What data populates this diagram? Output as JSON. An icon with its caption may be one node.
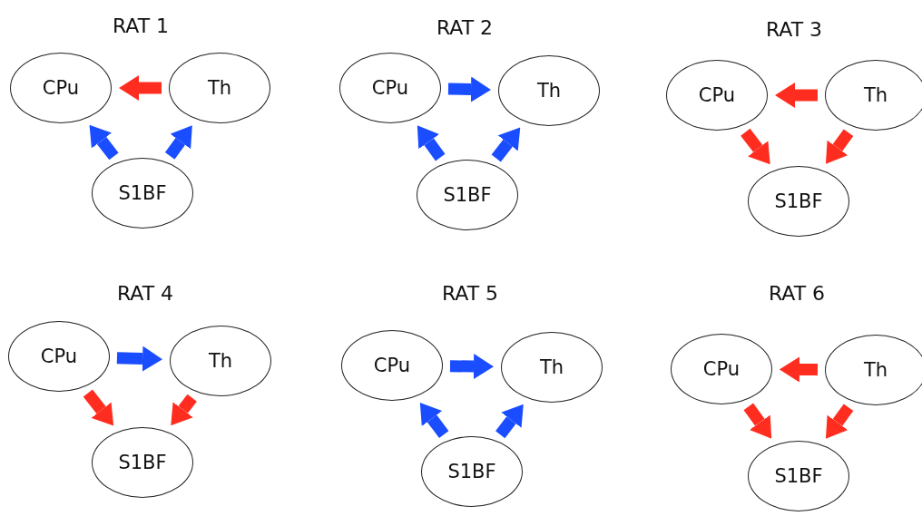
{
  "diagram": {
    "nodes": [
      {
        "text": [
          "CPu"
        ]
      },
      {
        "text": [
          "Th"
        ]
      },
      {
        "text": [
          "S1BF"
        ]
      },
      {
        "text": [
          "CPu"
        ]
      },
      {
        "text": [
          "Th"
        ]
      },
      {
        "text": [
          "S1BF"
        ]
      },
      {
        "text": [
          "CPu"
        ]
      },
      {
        "text": [
          "Th"
        ]
      },
      {
        "text": [
          "S1BF"
        ]
      },
      {
        "text": [
          "CPu"
        ]
      },
      {
        "text": [
          "Th"
        ]
      },
      {
        "text": [
          "S1BF"
        ]
      },
      {
        "text": [
          "CPu"
        ]
      },
      {
        "text": [
          "Th"
        ]
      },
      {
        "text": [
          "S1BF"
        ]
      },
      {
        "text": [
          "CPu"
        ]
      },
      {
        "text": [
          "Th"
        ]
      },
      {
        "text": [
          "S1BF"
        ]
      }
    ],
    "edges": [
      {
        "from": 1,
        "to": 0,
        "arrow": "to",
        "color": "#ff2d1f"
      },
      {
        "from": 2,
        "to": 0,
        "arrow": "to",
        "color": "#1a4dff"
      },
      {
        "from": 2,
        "to": 1,
        "arrow": "to",
        "color": "#1a4dff"
      },
      {
        "from": 3,
        "to": 4,
        "arrow": "to",
        "color": "#1a4dff"
      },
      {
        "from": 5,
        "to": 3,
        "arrow": "to",
        "color": "#1a4dff"
      },
      {
        "from": 5,
        "to": 4,
        "arrow": "to",
        "color": "#1a4dff"
      },
      {
        "from": 7,
        "to": 6,
        "arrow": "to",
        "color": "#ff2d1f"
      },
      {
        "from": 6,
        "to": 8,
        "arrow": "to",
        "color": "#ff2d1f"
      },
      {
        "from": 7,
        "to": 8,
        "arrow": "to",
        "color": "#ff2d1f"
      },
      {
        "from": 9,
        "to": 10,
        "arrow": "to",
        "color": "#1a4dff"
      },
      {
        "from": 9,
        "to": 11,
        "arrow": "to",
        "color": "#ff2d1f"
      },
      {
        "from": 10,
        "to": 11,
        "arrow": "to",
        "color": "#ff2d1f"
      },
      {
        "from": 12,
        "to": 13,
        "arrow": "to",
        "color": "#1a4dff"
      },
      {
        "from": 14,
        "to": 12,
        "arrow": "to",
        "color": "#1a4dff"
      },
      {
        "from": 14,
        "to": 13,
        "arrow": "to",
        "color": "#1a4dff"
      },
      {
        "from": 16,
        "to": 15,
        "arrow": "to",
        "color": "#ff2d1f"
      },
      {
        "from": 15,
        "to": 17,
        "arrow": "to",
        "color": "#ff2d1f"
      },
      {
        "from": 16,
        "to": 17,
        "arrow": "to",
        "color": "#ff2d1f"
      }
    ],
    "labels": [
      "RAT 1",
      "RAT 2",
      "RAT 3",
      "RAT 4",
      "RAT 5",
      "RAT 6"
    ]
  }
}
